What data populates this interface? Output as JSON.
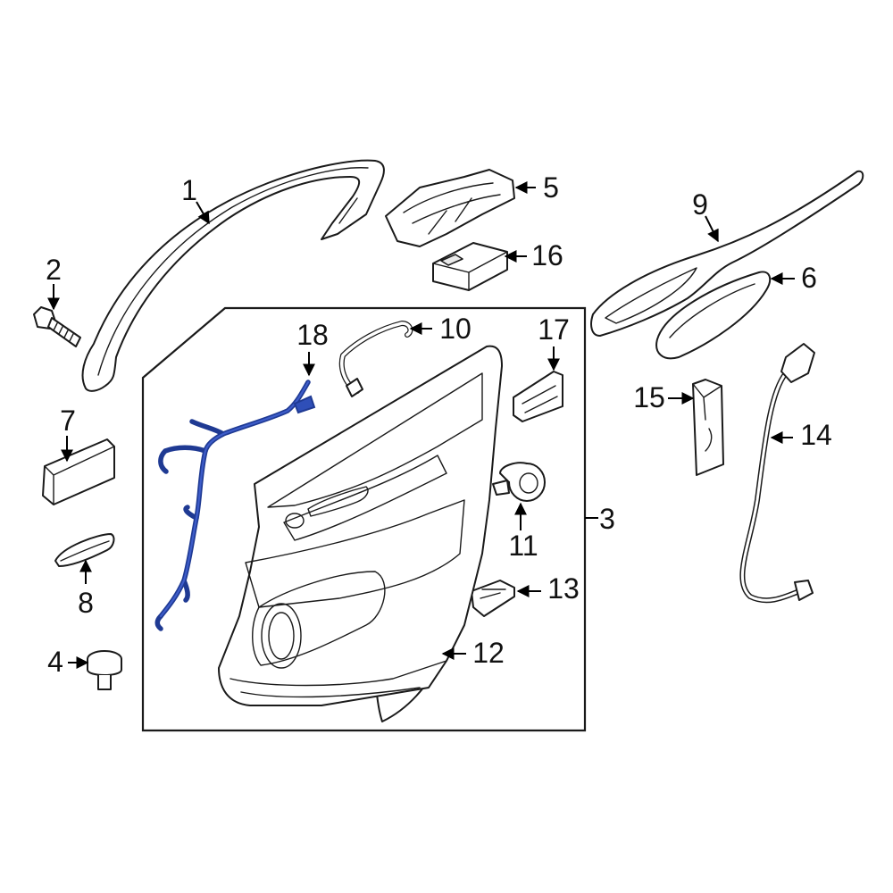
{
  "colors": {
    "line": "#1a1a1a",
    "highlight": "#1f3a93",
    "background": "#ffffff"
  },
  "callouts": [
    {
      "id": "1",
      "label": "1"
    },
    {
      "id": "2",
      "label": "2"
    },
    {
      "id": "3",
      "label": "3"
    },
    {
      "id": "4",
      "label": "4"
    },
    {
      "id": "5",
      "label": "5"
    },
    {
      "id": "6",
      "label": "6"
    },
    {
      "id": "7",
      "label": "7"
    },
    {
      "id": "8",
      "label": "8"
    },
    {
      "id": "9",
      "label": "9"
    },
    {
      "id": "10",
      "label": "10"
    },
    {
      "id": "11",
      "label": "11"
    },
    {
      "id": "12",
      "label": "12"
    },
    {
      "id": "13",
      "label": "13"
    },
    {
      "id": "14",
      "label": "14"
    },
    {
      "id": "15",
      "label": "15"
    },
    {
      "id": "16",
      "label": "16"
    },
    {
      "id": "17",
      "label": "17"
    },
    {
      "id": "18",
      "label": "18"
    }
  ],
  "highlighted_part": "18"
}
